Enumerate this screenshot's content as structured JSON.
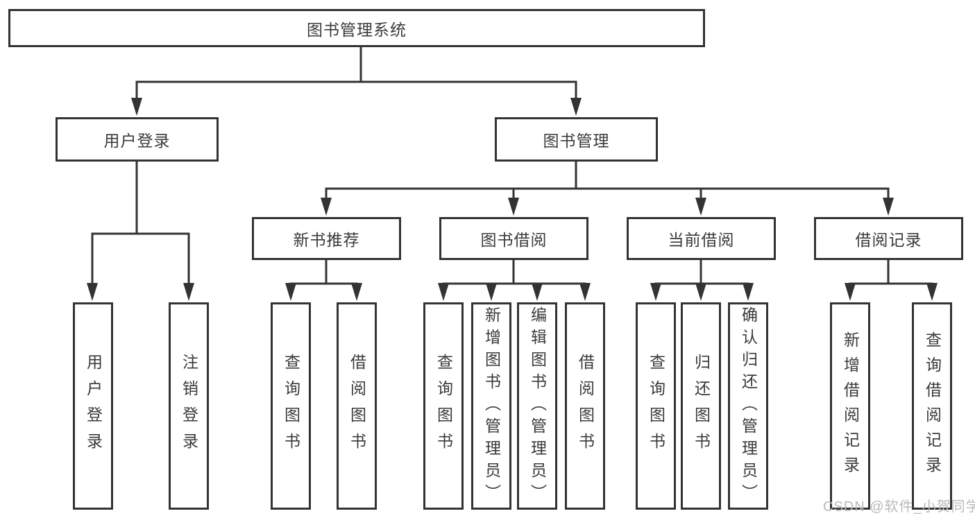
{
  "diagram": {
    "title": "图书管理系统",
    "root": {
      "label": "图书管理系统"
    },
    "level2": [
      {
        "label": "用户登录"
      },
      {
        "label": "图书管理"
      }
    ],
    "level3": [
      {
        "label": "新书推荐"
      },
      {
        "label": "图书借阅"
      },
      {
        "label": "当前借阅"
      },
      {
        "label": "借阅记录"
      }
    ],
    "leaves": [
      {
        "label": "用户登录"
      },
      {
        "label": "注销登录"
      },
      {
        "label": "查询图书"
      },
      {
        "label": "借阅图书"
      },
      {
        "label": "查询图书"
      },
      {
        "label": "新增图书（管理员）"
      },
      {
        "label": "编辑图书（管理员）"
      },
      {
        "label": "借阅图书"
      },
      {
        "label": "查询图书"
      },
      {
        "label": "归还图书"
      },
      {
        "label": "确认归还（管理员）"
      },
      {
        "label": "新增借阅记录"
      },
      {
        "label": "查询借阅记录"
      }
    ]
  },
  "watermark": {
    "text": "CSDN @软件_小贺同学"
  },
  "colors": {
    "line": "#333333",
    "text": "#3a3a3a",
    "watermark": "#b9b9b9",
    "background": "#ffffff"
  }
}
